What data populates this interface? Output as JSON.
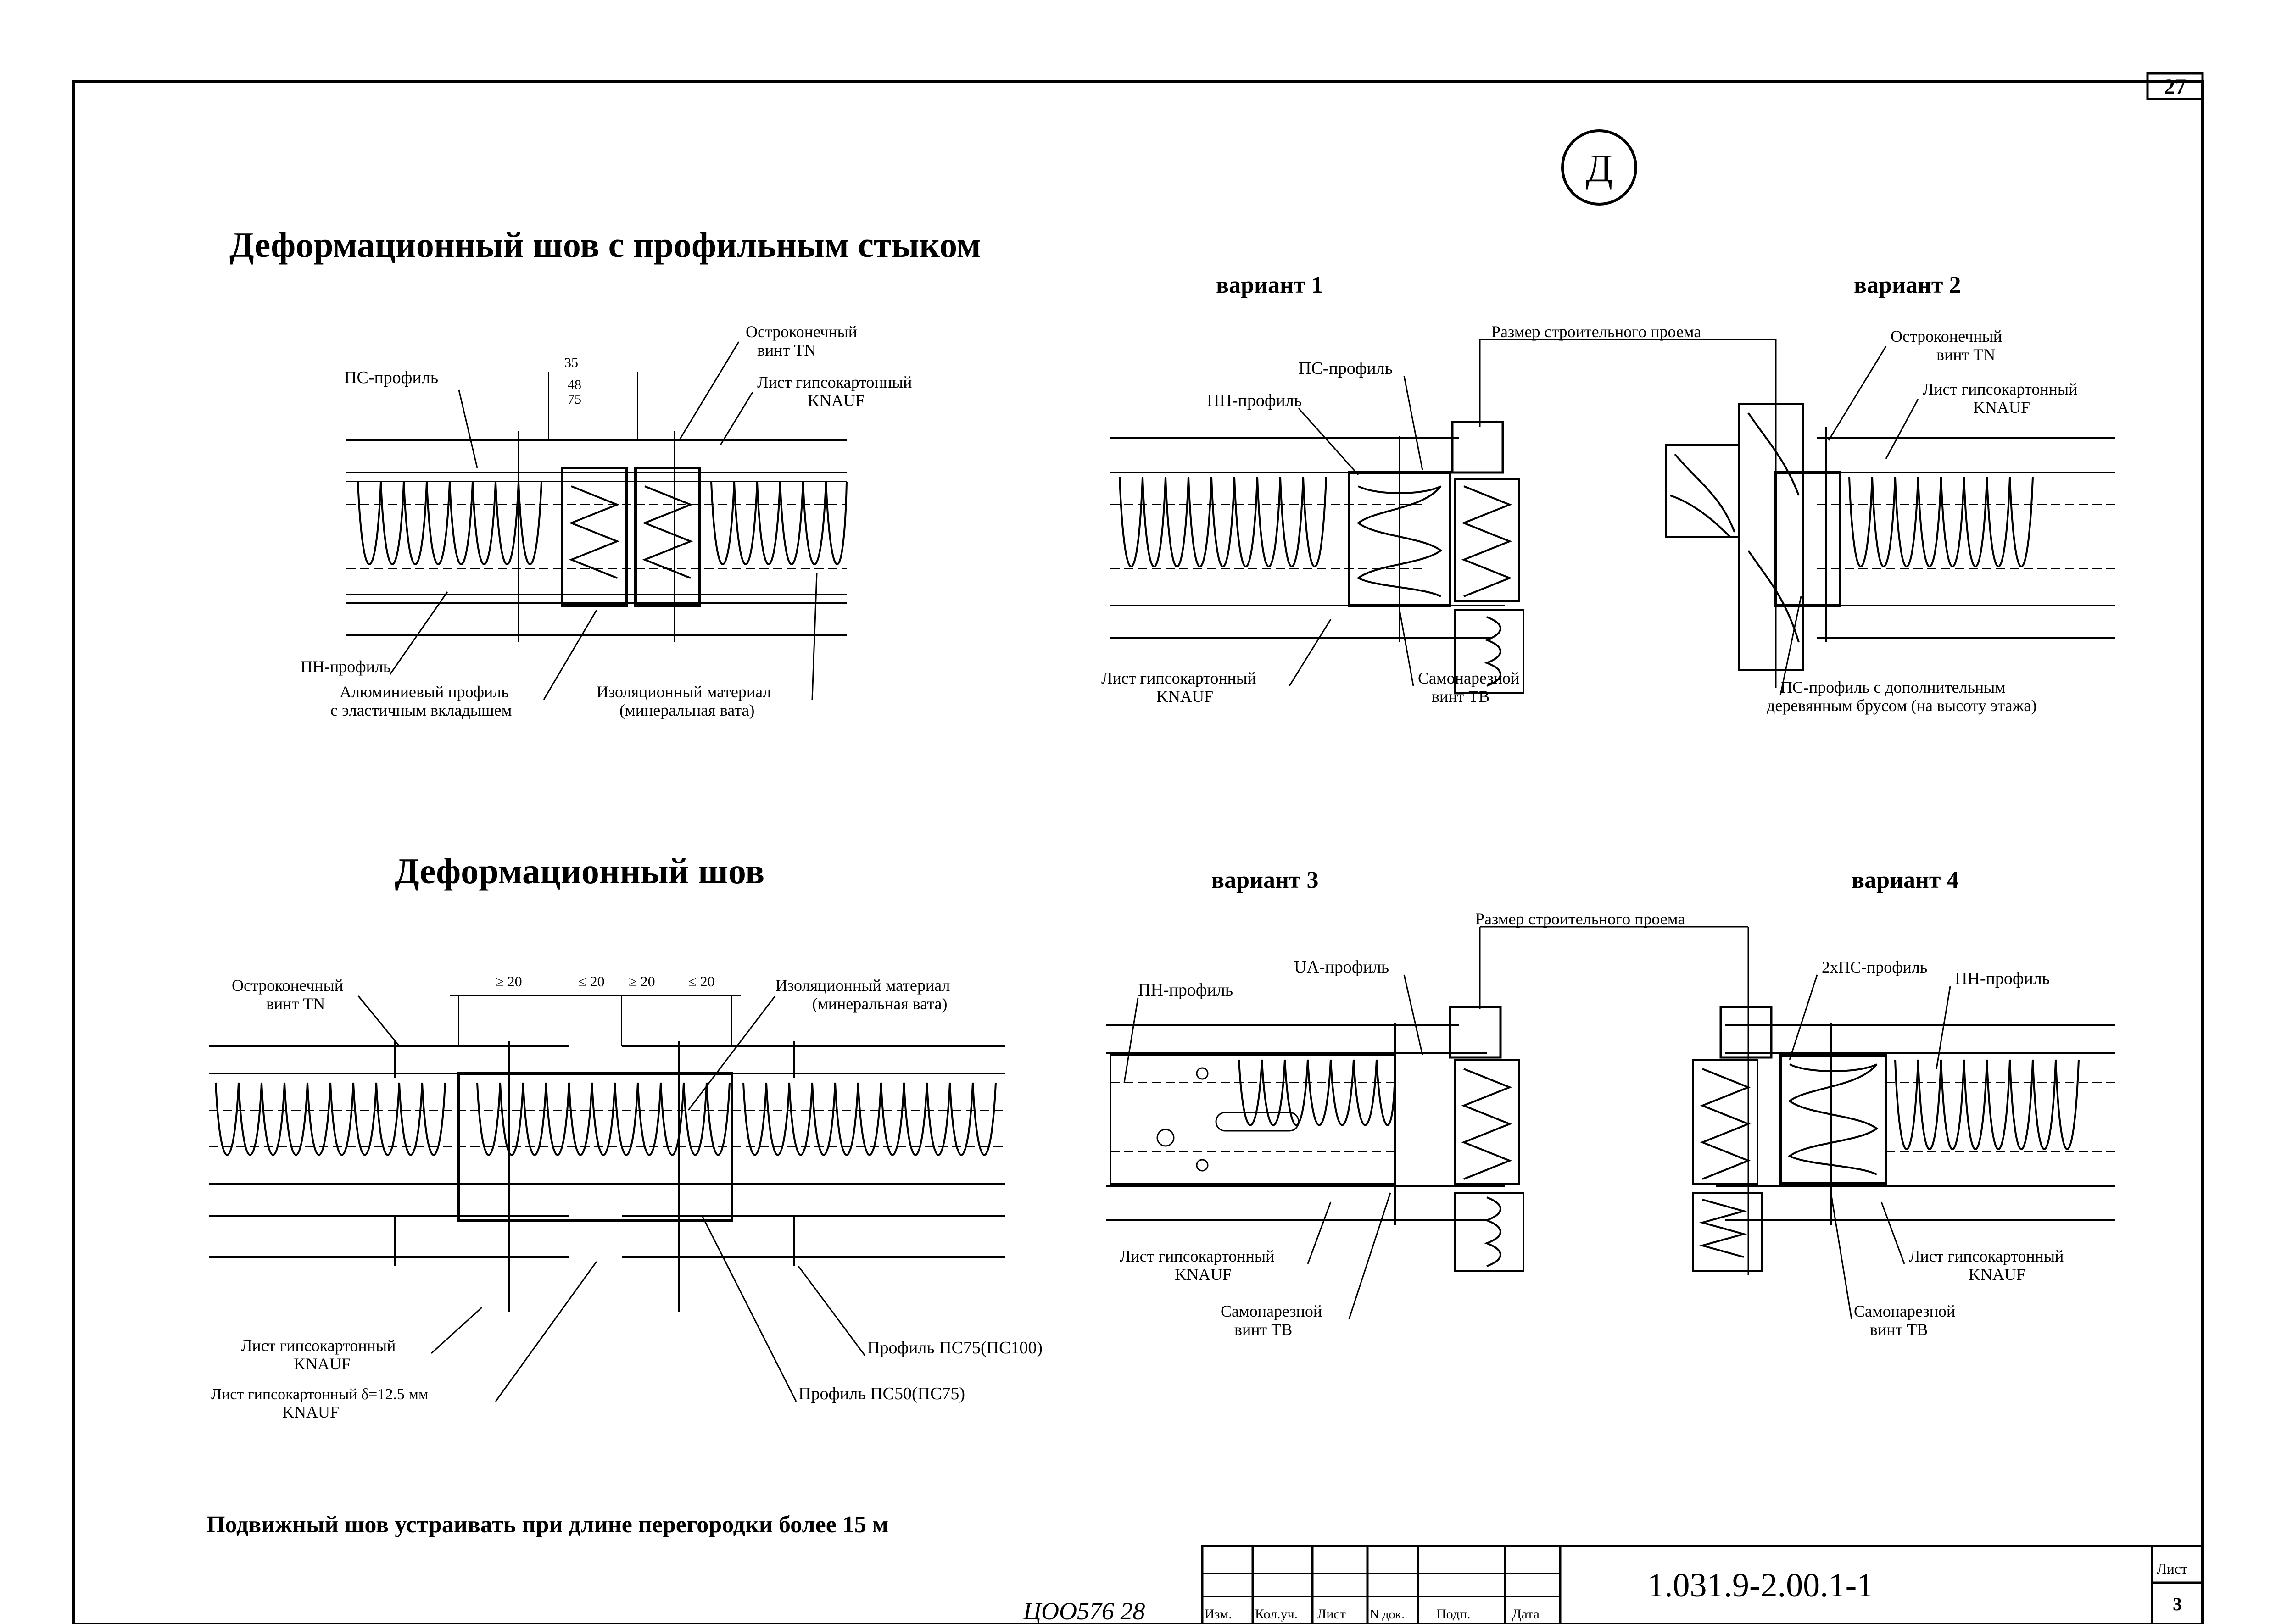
{
  "sheet_number_top": "27",
  "section_mark": "Д",
  "titles": {
    "profile_joint": "Деформационный шов с профильным стыком",
    "deformation_joint": "Деформационный шов"
  },
  "variants": {
    "v1": "вариант 1",
    "v2": "вариант 2",
    "v3": "вариант 3",
    "v4": "вариант 4"
  },
  "labels": {
    "ps_profile": "ПС-профиль",
    "pn_profile": "ПН-профиль",
    "pointed_screw_1": "Остроконечный",
    "pointed_screw_2": "винт TN",
    "gkl_1": "Лист гипсокартонный",
    "gkl_2": "KNAUF",
    "dim_35": "35",
    "dim_48": "48",
    "dim_75": "75",
    "alu_profile_1": "Алюминиевый профиль",
    "alu_profile_2": "с эластичным вкладышем",
    "insulation_1": "Изоляционный материал",
    "insulation_2": "(минеральная вата)",
    "opening_size": "Размер строительного проема",
    "self_tapping_1": "Самонарезной",
    "self_tapping_2": "винт TB",
    "ps_wood_1": "ПС-профиль с дополнительным",
    "ps_wood_2": "деревянным брусом (на высоту этажа)",
    "ua_profile": "UA-профиль",
    "double_ps": "2хПС-профиль",
    "dim_ge20": "≥ 20",
    "dim_le20": "≤ 20",
    "gkl_thick_1": "Лист гипсокартонный δ=12.5 мм",
    "profile_ps75": "Профиль ПС75(ПС100)",
    "profile_ps50": "Профиль ПС50(ПС75)"
  },
  "note": "Подвижный шов устраивать при длине перегородки более 15 м",
  "stamp": {
    "code": "1.031.9-2.00.1-1",
    "sheet_label": "Лист",
    "sheet_value": "3",
    "cols": [
      "Изм.",
      "Кол.уч.",
      "Лист",
      "N док.",
      "Подп.",
      "Дата"
    ]
  },
  "handwritten": "ЦОО576  28"
}
